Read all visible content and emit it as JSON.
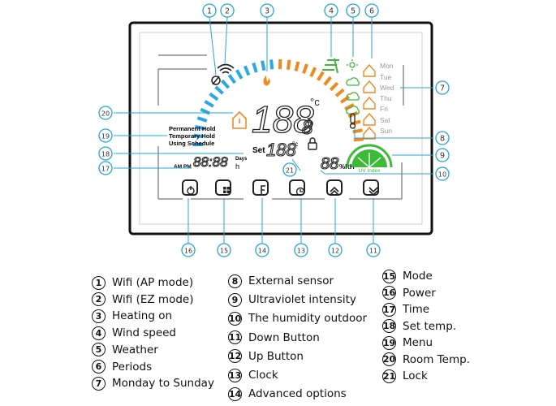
{
  "panel": {
    "status_lines": [
      "Permanent Hold",
      "Temporary Hold",
      "Using Schedule"
    ],
    "room_temp_digits": "188",
    "room_temp_decimal": "8",
    "room_temp_unit": "°c",
    "set_label": "Set",
    "set_temp_digits": "188",
    "set_temp_unit": "°c",
    "humidity_digits": "88",
    "humidity_unit": "%RH",
    "clock_digits": "88:88",
    "clock_ampm": "AM PM",
    "days_label": "Days",
    "hours_label": "h",
    "uv_label": "UV Index",
    "weekdays": [
      "Mon",
      "Tue",
      "Wed",
      "Thu",
      "Fri",
      "Sat",
      "Sun"
    ],
    "colors": {
      "blue": "#2aa8e0",
      "orange": "#f08a1c",
      "green": "#3fb93a",
      "callout": "#1fa8d6",
      "cyan": "#2ab8c8"
    }
  },
  "callouts": [
    {
      "n": "1"
    },
    {
      "n": "2"
    },
    {
      "n": "3"
    },
    {
      "n": "4"
    },
    {
      "n": "5"
    },
    {
      "n": "6"
    },
    {
      "n": "7"
    },
    {
      "n": "8"
    },
    {
      "n": "9"
    },
    {
      "n": "10"
    },
    {
      "n": "11"
    },
    {
      "n": "12"
    },
    {
      "n": "13"
    },
    {
      "n": "14"
    },
    {
      "n": "15"
    },
    {
      "n": "16"
    },
    {
      "n": "17"
    },
    {
      "n": "18"
    },
    {
      "n": "19"
    },
    {
      "n": "20"
    },
    {
      "n": "21"
    }
  ],
  "legend": [
    {
      "n": "1",
      "label": "Wifi  (AP mode)"
    },
    {
      "n": "2",
      "label": "Wifi  (EZ mode)"
    },
    {
      "n": "3",
      "label": "Heating on"
    },
    {
      "n": "4",
      "label": "Wind speed"
    },
    {
      "n": "5",
      "label": " Weather"
    },
    {
      "n": "6",
      "label": "Periods"
    },
    {
      "n": "7",
      "label": "Monday to Sunday"
    },
    {
      "n": "8",
      "label": "External sensor"
    },
    {
      "n": "9",
      "label": "Ultraviolet intensity"
    },
    {
      "n": "10",
      "label": "The humidity outdoor"
    },
    {
      "n": "11",
      "label": "Down Button"
    },
    {
      "n": "12",
      "label": "Up Button"
    },
    {
      "n": "13",
      "label": "Clock"
    },
    {
      "n": "14",
      "label": "Advanced options"
    },
    {
      "n": "15",
      "label": "Mode"
    },
    {
      "n": "16",
      "label": "Power"
    },
    {
      "n": "17",
      "label": "Time"
    },
    {
      "n": "18",
      "label": "Set temp."
    },
    {
      "n": "19",
      "label": "Menu"
    },
    {
      "n": "20",
      "label": "Room Temp."
    },
    {
      "n": "21",
      "label": "Lock"
    }
  ]
}
